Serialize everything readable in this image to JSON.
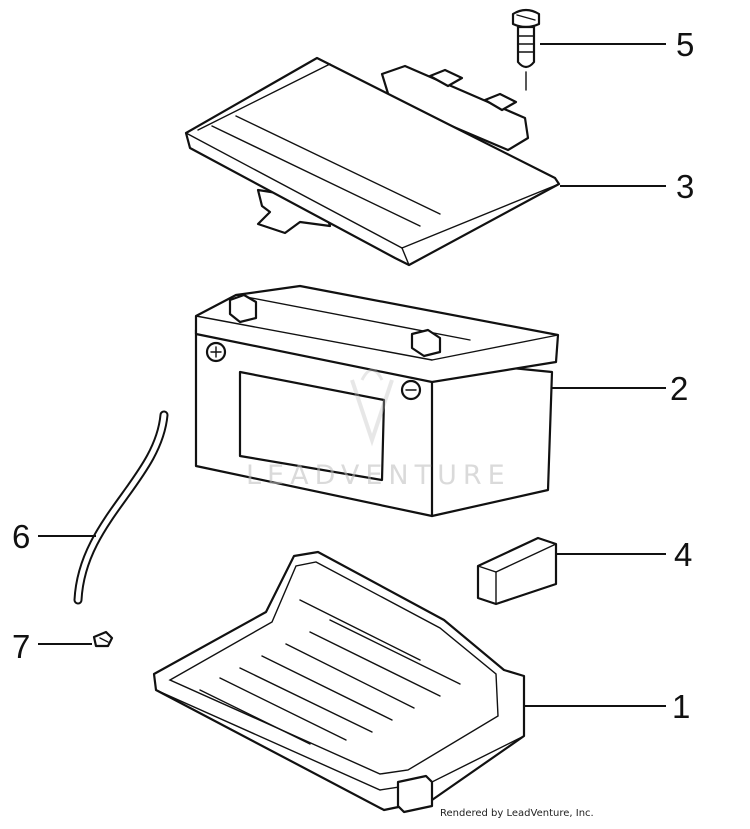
{
  "callouts": {
    "c1": "1",
    "c2": "2",
    "c3": "3",
    "c4": "4",
    "c5": "5",
    "c6": "6",
    "c7": "7"
  },
  "watermark": "LEADVENTURE",
  "credit": "Rendered by LeadVenture, Inc.",
  "colors": {
    "line": "#111111",
    "background": "#ffffff",
    "watermark": "#bdbdbd"
  }
}
